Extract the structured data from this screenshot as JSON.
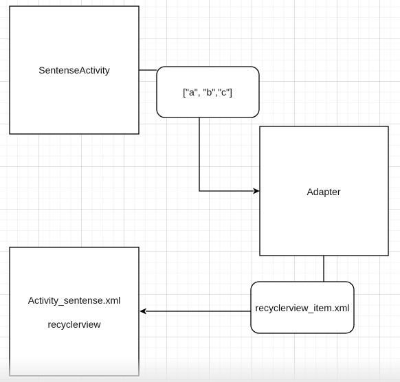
{
  "diagram": {
    "nodes": {
      "sentense_activity": {
        "label": "SentenseActivity"
      },
      "data_list": {
        "label": "[\"a\", \"b\",\"c\"]"
      },
      "adapter": {
        "label": "Adapter"
      },
      "activity_xml": {
        "label": "Activity_sentense.xml",
        "sublabel": "recyclerview"
      },
      "item_xml": {
        "label": "recyclerview_item.xml"
      }
    },
    "colors": {
      "stroke": "#000000",
      "fill": "#ffffff",
      "grid": "#e6e6e6"
    }
  }
}
